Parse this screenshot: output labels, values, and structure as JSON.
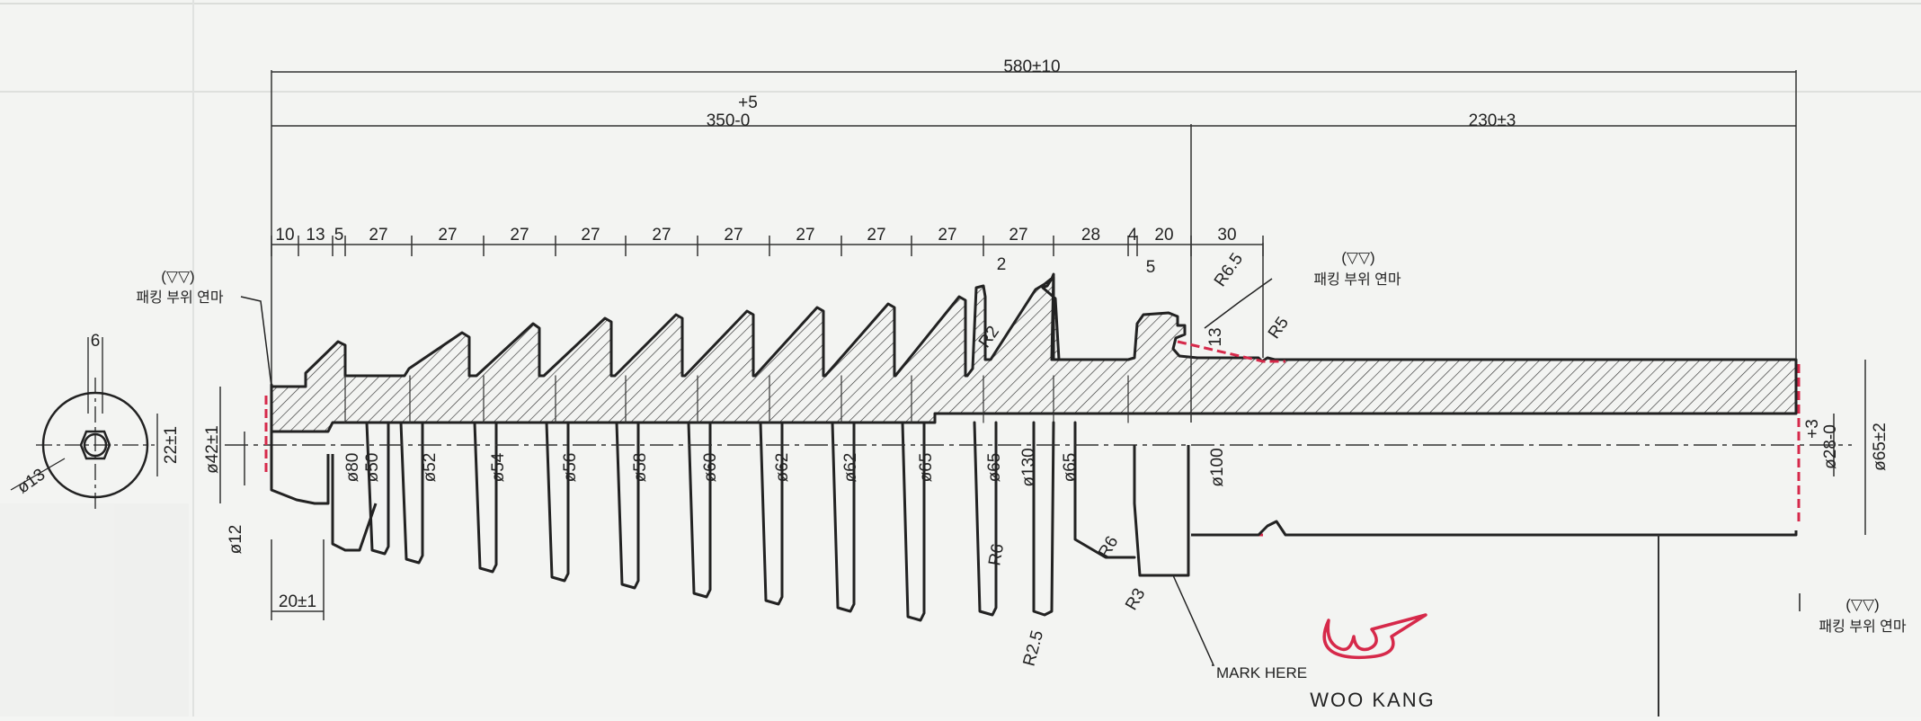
{
  "drawing": {
    "overall_length": "580±10",
    "tol_upper": "+5",
    "left_length": "350-0",
    "right_length": "230±3",
    "pitch_labels": [
      "10",
      "13",
      "5",
      "27",
      "27",
      "27",
      "27",
      "27",
      "27",
      "27",
      "27",
      "27",
      "27",
      "28",
      "4",
      "20",
      "30"
    ],
    "dim_5": "5",
    "dim_2": "2",
    "dim_13": "13",
    "radius_labels": {
      "r65": "R6.5",
      "r5": "R5",
      "r2": "R2",
      "r6a": "R6",
      "r6b": "R6",
      "r3": "R3",
      "r25": "R2.5"
    },
    "diameter_labels": [
      "ø80",
      "ø50",
      "ø52",
      "ø54",
      "ø56",
      "ø58",
      "ø60",
      "ø62",
      "ø62",
      "ø65",
      "ø65",
      "ø130",
      "ø65",
      "ø100"
    ],
    "left_view": {
      "dim_6": "6",
      "dim_22": "22±1",
      "dim_13": "ø13"
    },
    "left_dims": {
      "d42": "ø42±1",
      "d12": "ø12",
      "len20": "20±1"
    },
    "right_dims": {
      "d28_tol": "+3",
      "d28": "ø28-0",
      "d65": "ø65±2"
    },
    "notes": {
      "packing_left": "패킹 부위 연마",
      "packing_mid": "패킹 부위 연마",
      "packing_right": "패킹 부위 연마",
      "finish_symbol": "(▽▽)",
      "mark_here": "MARK HERE"
    },
    "logo": {
      "text": "WOO KANG",
      "mark": "WK"
    },
    "colors": {
      "line": "#222222",
      "accent": "#d6294a",
      "paper": "#f3f4f2"
    }
  }
}
